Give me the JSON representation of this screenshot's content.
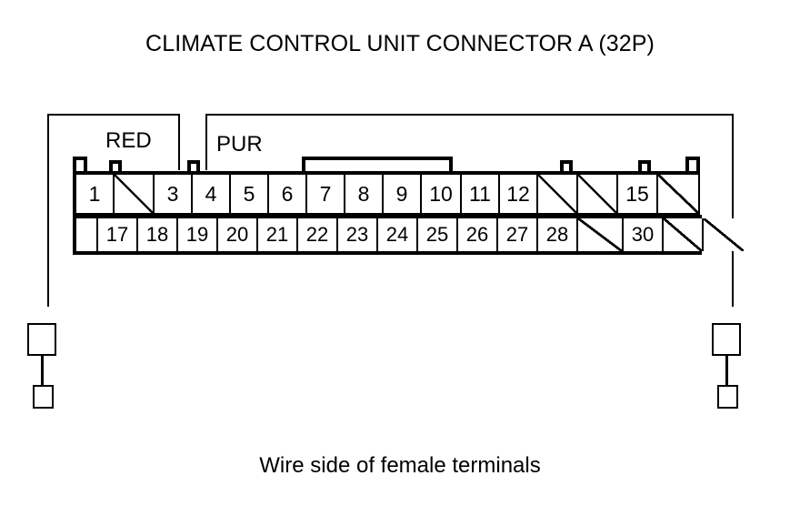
{
  "title": "CLIMATE CONTROL UNIT CONNECTOR A (32P)",
  "caption": "Wire side of female terminals",
  "colors": {
    "ink": "#000000",
    "paper": "#ffffff"
  },
  "wire_labels": [
    {
      "name": "red-wire-label",
      "text": "RED"
    },
    {
      "name": "pur-wire-label",
      "text": "PUR"
    }
  ],
  "connector": {
    "name": "CLIMATE CONTROL UNIT CONNECTOR A",
    "pin_count": "32P",
    "view": "Wire side of female terminals",
    "rows": [
      {
        "id": "top",
        "cells": [
          {
            "label": "1",
            "used": true,
            "width": 42
          },
          {
            "label": "",
            "used": false,
            "width": 44
          },
          {
            "label": "3",
            "used": true,
            "width": 42
          },
          {
            "label": "4",
            "used": true,
            "width": 42
          },
          {
            "label": "5",
            "used": true,
            "width": 42
          },
          {
            "label": "6",
            "used": true,
            "width": 42
          },
          {
            "label": "7",
            "used": true,
            "width": 42
          },
          {
            "label": "8",
            "used": true,
            "width": 42
          },
          {
            "label": "9",
            "used": true,
            "width": 42
          },
          {
            "label": "10",
            "used": true,
            "width": 44
          },
          {
            "label": "11",
            "used": true,
            "width": 42
          },
          {
            "label": "12",
            "used": true,
            "width": 42
          },
          {
            "label": "",
            "used": false,
            "width": 44
          },
          {
            "label": "",
            "used": false,
            "width": 44
          },
          {
            "label": "15",
            "used": true,
            "width": 44
          },
          {
            "label": "",
            "used": false,
            "width": 44
          }
        ]
      },
      {
        "id": "bottom",
        "cells": [
          {
            "label": "",
            "used": true,
            "width": 24,
            "pad": true
          },
          {
            "label": "17",
            "used": true,
            "width": 44
          },
          {
            "label": "18",
            "used": true,
            "width": 44
          },
          {
            "label": "19",
            "used": true,
            "width": 44
          },
          {
            "label": "20",
            "used": true,
            "width": 44
          },
          {
            "label": "21",
            "used": true,
            "width": 44
          },
          {
            "label": "22",
            "used": true,
            "width": 44
          },
          {
            "label": "23",
            "used": true,
            "width": 44
          },
          {
            "label": "24",
            "used": true,
            "width": 44
          },
          {
            "label": "25",
            "used": true,
            "width": 44
          },
          {
            "label": "26",
            "used": true,
            "width": 44
          },
          {
            "label": "27",
            "used": true,
            "width": 44
          },
          {
            "label": "28",
            "used": true,
            "width": 44
          },
          {
            "label": "",
            "used": false,
            "width": 50
          },
          {
            "label": "30",
            "used": true,
            "width": 44
          },
          {
            "label": "",
            "used": false,
            "width": 44
          },
          {
            "label": "",
            "used": false,
            "width": 44
          }
        ]
      }
    ]
  }
}
